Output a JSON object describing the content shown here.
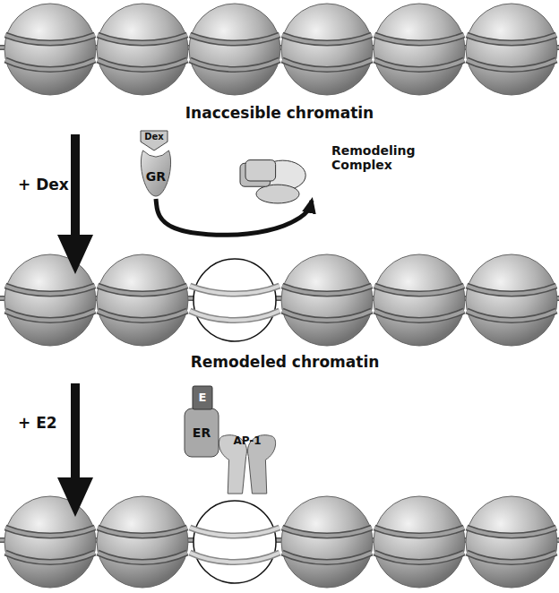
{
  "diagram": {
    "nodes": [
      {
        "text": [
          "Dex"
        ]
      },
      {
        "text": [
          "GR"
        ]
      },
      {
        "text": [
          "Remodeling Complex"
        ]
      },
      {
        "text": [
          "E"
        ]
      },
      {
        "text": [
          "ER"
        ]
      },
      {
        "text": [
          "AP-1"
        ]
      }
    ],
    "edges": [
      {
        "from": 1,
        "to": 2,
        "arrow": "to"
      }
    ],
    "labels": [
      "Inaccesible chromatin",
      "+ Dex",
      "Remodeled chromatin",
      "+ E2"
    ]
  }
}
